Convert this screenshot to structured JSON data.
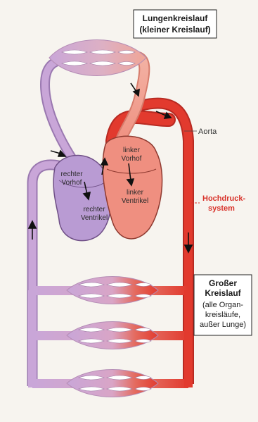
{
  "colors": {
    "background": "#f7f4ef",
    "venous": "#c9a6d8",
    "venous_dark": "#9a78b0",
    "arterial": "#e23a2e",
    "arterial_dark": "#b82a22",
    "pulmonary_light": "#f0b3a1",
    "heart_left": "#ef8f80",
    "heart_right": "#b99bd3",
    "label_red": "#d8322a"
  },
  "labels": {
    "lung_title_1": "Lungenkreislauf",
    "lung_title_2": "(kleiner Kreislauf)",
    "aorta": "Aorta",
    "linker_vorhof_1": "linker",
    "linker_vorhof_2": "Vorhof",
    "linker_ventrikel_1": "linker",
    "linker_ventrikel_2": "Ventrikel",
    "rechter_vorhof_1": "rechter",
    "rechter_vorhof_2": "Vorhof",
    "rechter_ventrikel_1": "rechter",
    "rechter_ventrikel_2": "Ventrikel",
    "hochdruck_1": "Hochdruck-",
    "hochdruck_2": "system",
    "grosser_1": "Großer",
    "grosser_2": "Kreislauf",
    "grosser_3": "(alle Organ-",
    "grosser_4": "kreisläufe,",
    "grosser_5": "außer Lunge)"
  },
  "icons": [
    "capillary-bed",
    "flow-arrow"
  ]
}
